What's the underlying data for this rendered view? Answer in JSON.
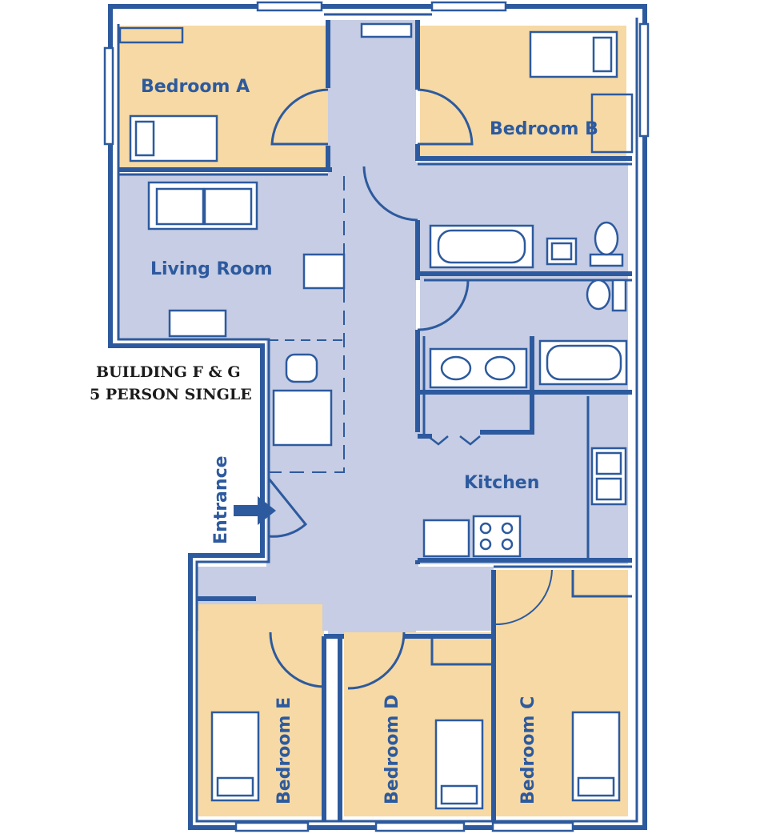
{
  "building": {
    "line1": "BUILDING F & G",
    "line2": "5 PERSON SINGLE"
  },
  "rooms": {
    "bedroom_a": "Bedroom A",
    "bedroom_b": "Bedroom B",
    "bedroom_c": "Bedroom C",
    "bedroom_d": "Bedroom D",
    "bedroom_e": "Bedroom E",
    "living_room": "Living Room",
    "kitchen": "Kitchen",
    "entrance": "Entrance"
  },
  "colors": {
    "wall": "#2d5a9e",
    "bedroom_fill": "#f6d9a4",
    "common_fill": "#c6cde4",
    "label": "#2d5a9e"
  }
}
